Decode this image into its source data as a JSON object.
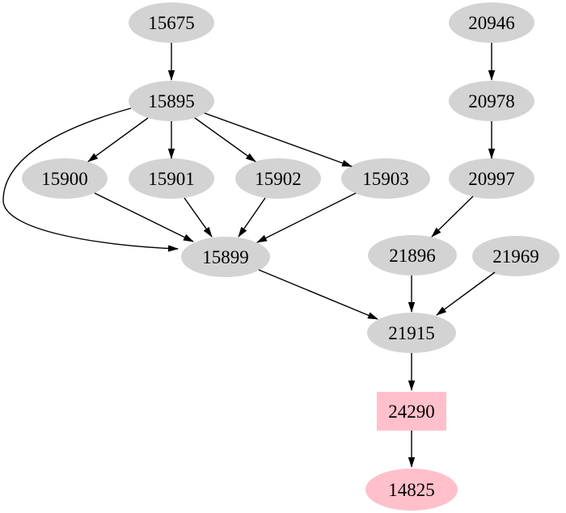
{
  "graph": {
    "background_color": "#ffffff",
    "edge_color": "#000000",
    "label_color": "#000000",
    "node_fill_default": "#d3d3d3",
    "node_fill_highlight": "#ffc0cb",
    "nodes": [
      {
        "id": "15675",
        "label": "15675",
        "shape": "ellipse",
        "fill": "#d3d3d3"
      },
      {
        "id": "15895",
        "label": "15895",
        "shape": "ellipse",
        "fill": "#d3d3d3"
      },
      {
        "id": "15900",
        "label": "15900",
        "shape": "ellipse",
        "fill": "#d3d3d3"
      },
      {
        "id": "15901",
        "label": "15901",
        "shape": "ellipse",
        "fill": "#d3d3d3"
      },
      {
        "id": "15902",
        "label": "15902",
        "shape": "ellipse",
        "fill": "#d3d3d3"
      },
      {
        "id": "15903",
        "label": "15903",
        "shape": "ellipse",
        "fill": "#d3d3d3"
      },
      {
        "id": "15899",
        "label": "15899",
        "shape": "ellipse",
        "fill": "#d3d3d3"
      },
      {
        "id": "20946",
        "label": "20946",
        "shape": "ellipse",
        "fill": "#d3d3d3"
      },
      {
        "id": "20978",
        "label": "20978",
        "shape": "ellipse",
        "fill": "#d3d3d3"
      },
      {
        "id": "20997",
        "label": "20997",
        "shape": "ellipse",
        "fill": "#d3d3d3"
      },
      {
        "id": "21896",
        "label": "21896",
        "shape": "ellipse",
        "fill": "#d3d3d3"
      },
      {
        "id": "21969",
        "label": "21969",
        "shape": "ellipse",
        "fill": "#d3d3d3"
      },
      {
        "id": "21915",
        "label": "21915",
        "shape": "ellipse",
        "fill": "#d3d3d3"
      },
      {
        "id": "24290",
        "label": "24290",
        "shape": "box",
        "fill": "#ffc0cb"
      },
      {
        "id": "14825",
        "label": "14825",
        "shape": "ellipse",
        "fill": "#ffc0cb"
      }
    ],
    "edges": [
      {
        "from": "15675",
        "to": "15895"
      },
      {
        "from": "15895",
        "to": "15900"
      },
      {
        "from": "15895",
        "to": "15901"
      },
      {
        "from": "15895",
        "to": "15902"
      },
      {
        "from": "15895",
        "to": "15903"
      },
      {
        "from": "15895",
        "to": "15899"
      },
      {
        "from": "15900",
        "to": "15899"
      },
      {
        "from": "15901",
        "to": "15899"
      },
      {
        "from": "15902",
        "to": "15899"
      },
      {
        "from": "15903",
        "to": "15899"
      },
      {
        "from": "20946",
        "to": "20978"
      },
      {
        "from": "20978",
        "to": "20997"
      },
      {
        "from": "20997",
        "to": "21896"
      },
      {
        "from": "21896",
        "to": "21915"
      },
      {
        "from": "21969",
        "to": "21915"
      },
      {
        "from": "15899",
        "to": "21915"
      },
      {
        "from": "21915",
        "to": "24290"
      },
      {
        "from": "24290",
        "to": "14825"
      }
    ]
  }
}
